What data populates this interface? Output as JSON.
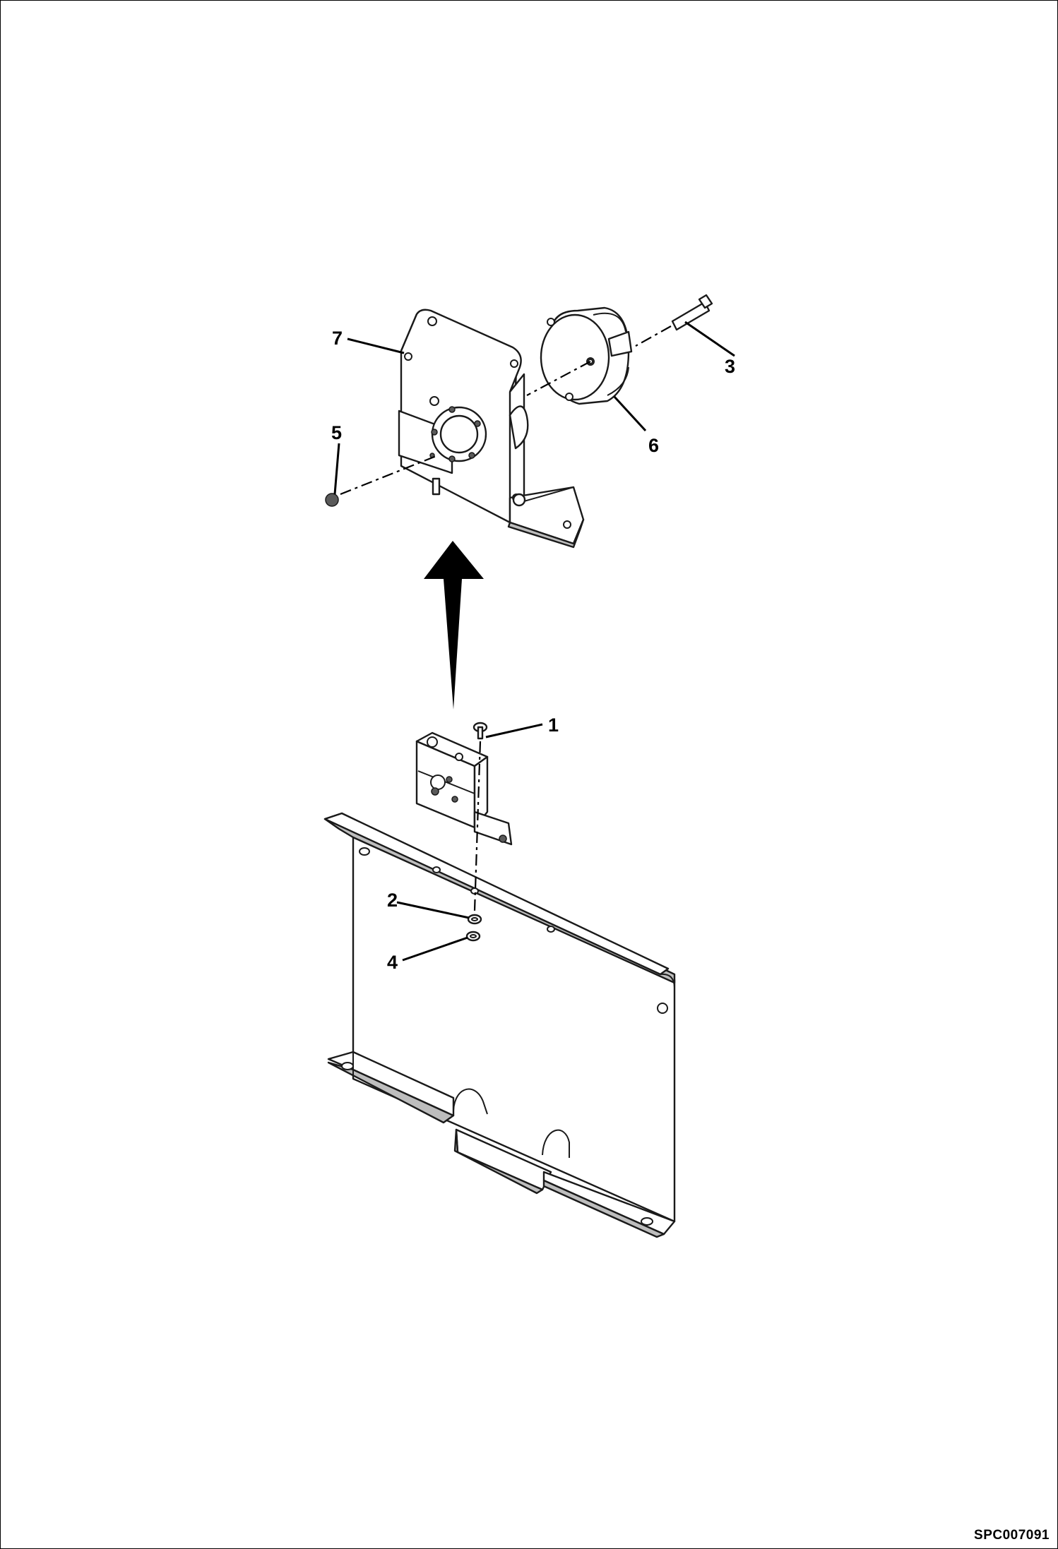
{
  "callouts": [
    {
      "id": "1",
      "label": "1"
    },
    {
      "id": "2",
      "label": "2"
    },
    {
      "id": "3",
      "label": "3"
    },
    {
      "id": "4",
      "label": "4"
    },
    {
      "id": "5",
      "label": "5"
    },
    {
      "id": "6",
      "label": "6"
    },
    {
      "id": "7",
      "label": "7"
    }
  ],
  "document_id": "SPC007091"
}
